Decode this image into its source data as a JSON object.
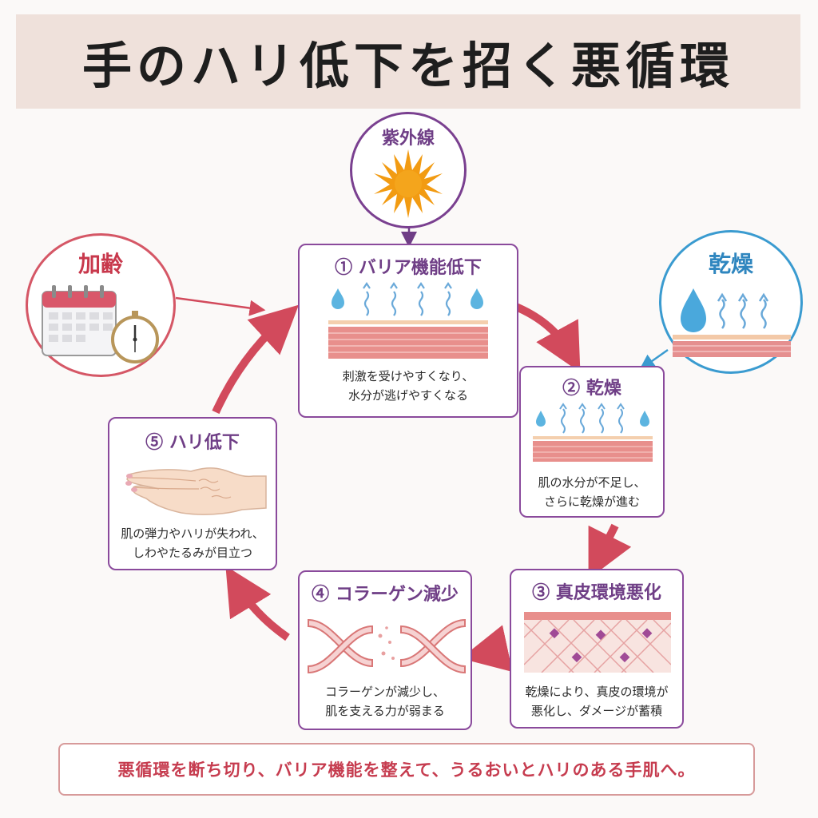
{
  "title": "手のハリ低下を招く悪循環",
  "colors": {
    "accent_purple": "#6f3e86",
    "accent_red": "#d24a5c",
    "accent_blue": "#3a9bd0",
    "title_bg": "#efe1db"
  },
  "factors": {
    "uv": {
      "label": "紫外線",
      "icon": "sun-icon"
    },
    "aging": {
      "label": "加齢",
      "icon": "calendar-clock-icon"
    },
    "dryness": {
      "label": "乾燥",
      "icon": "water-drop-icon"
    }
  },
  "steps": [
    {
      "number": "①",
      "title": "バリア機能低下",
      "lines": [
        "刺激を受けやすくなり、",
        "水分が逃げやすくなる"
      ]
    },
    {
      "number": "②",
      "title": "乾燥",
      "lines": [
        "肌の水分が不足し、",
        "さらに乾燥が進む"
      ]
    },
    {
      "number": "③",
      "title": "真皮環境悪化",
      "lines": [
        "乾燥により、真皮の環境が",
        "悪化し、ダメージが蓄積"
      ]
    },
    {
      "number": "④",
      "title": "コラーゲン減少",
      "lines": [
        "コラーゲンが減少し、",
        "肌を支える力が弱まる"
      ]
    },
    {
      "number": "⑤",
      "title": "ハリ低下",
      "lines": [
        "肌の弾力やハリが失われ、",
        "しわやたるみが目立つ"
      ]
    }
  ],
  "footer": "悪循環を断ち切り、バリア機能を整えて、うるおいとハリのある手肌へ。"
}
